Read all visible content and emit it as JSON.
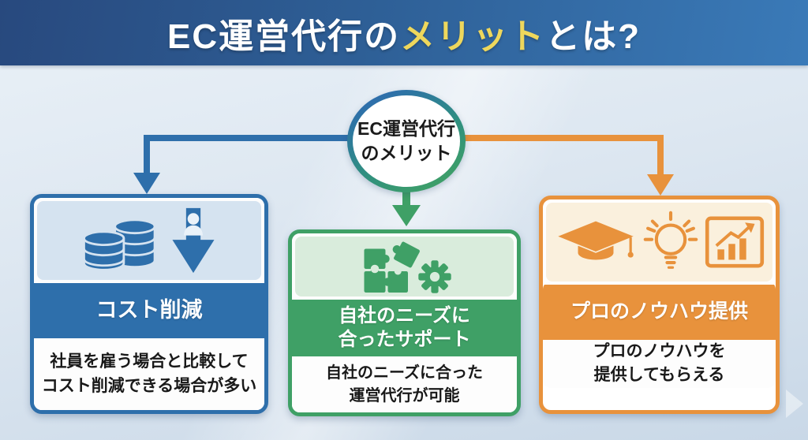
{
  "header": {
    "title_prefix": "EC運営代行の",
    "title_highlight": "メリット",
    "title_suffix": "とは?",
    "highlight_color": "#eed75c",
    "bg_left_color": "#28497e",
    "bg_right_color": "#3a7ab8"
  },
  "hub": {
    "label": "EC運営代行\nのメリット",
    "border_top_color": "#2e6fab",
    "border_bottom_color": "#3fa066"
  },
  "connectors": {
    "left": {
      "name": "arrow-to-cost-card",
      "color": "#2e6fab"
    },
    "down": {
      "name": "arrow-to-support-card",
      "color": "#3fa066"
    },
    "right": {
      "name": "arrow-to-knowhow-card",
      "color": "#e8923c"
    }
  },
  "cards": [
    {
      "title": "コスト削減",
      "description": "社員を雇う場合と比較して\nコスト削減できる場合が多い",
      "accent_color": "#2e6fab",
      "panel_color": "#d5e3f0",
      "icons": [
        "coin-stack-icon",
        "person-cost-down-arrow-icon"
      ]
    },
    {
      "title": "自社のニーズに\n合ったサポート",
      "description": "自社のニーズに合った\n運営代行が可能",
      "accent_color": "#3fa066",
      "panel_color": "#d9ecdc",
      "icons": [
        "puzzle-pieces-icon",
        "gear-icon"
      ]
    },
    {
      "title": "プロのノウハウ提供",
      "description": "プロのノウハウを\n提供してもらえる",
      "accent_color": "#e8923c",
      "panel_color": "#faf0dd",
      "icons": [
        "graduation-cap-icon",
        "lightbulb-icon",
        "growth-chart-icon"
      ]
    }
  ]
}
